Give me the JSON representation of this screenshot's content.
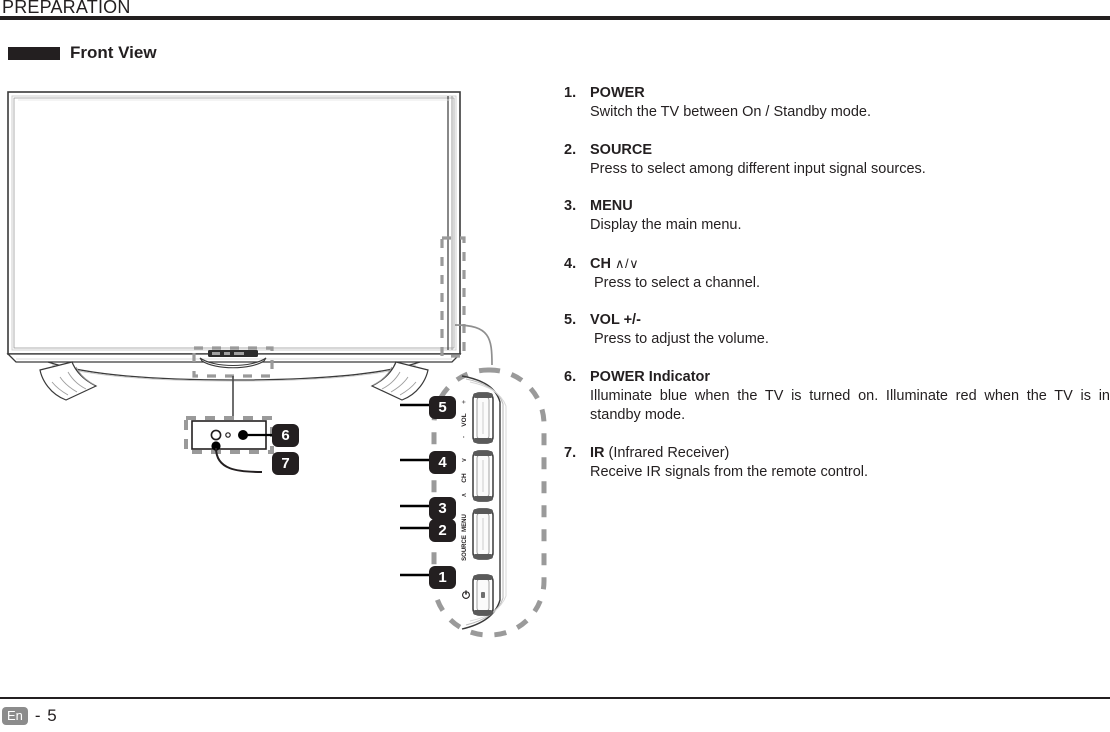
{
  "header": {
    "title": "PREPARATION"
  },
  "section": {
    "title": "Front View",
    "marker_color": "#231f20"
  },
  "descriptions": [
    {
      "num": "1.",
      "title": "POWER",
      "title_suffix": "",
      "arrows": "",
      "body": "Switch the TV between On / Standby mode.",
      "indented": false
    },
    {
      "num": "2.",
      "title": "SOURCE",
      "title_suffix": "",
      "arrows": "",
      "body": "Press to select among different input signal sources.",
      "indented": false
    },
    {
      "num": "3.",
      "title": "MENU",
      "title_suffix": "",
      "arrows": "",
      "body": "Display the main menu.",
      "indented": false
    },
    {
      "num": "4.",
      "title": "CH",
      "title_suffix": "",
      "arrows": "∧/∨",
      "body": "Press to select a channel.",
      "indented": true
    },
    {
      "num": "5.",
      "title": "VOL +/-",
      "title_suffix": "",
      "arrows": "",
      "body": "Press to adjust the volume.",
      "indented": true
    },
    {
      "num": "6.",
      "title": "POWER Indicator",
      "title_suffix": "",
      "arrows": "",
      "body": "Illuminate blue when the TV is turned on. Illuminate red when the TV is in standby mode.",
      "indented": false
    },
    {
      "num": "7.",
      "title": "IR",
      "title_suffix": "(Infrared Receiver)",
      "arrows": "",
      "body": "Receive IR signals from the remote control.",
      "indented": false
    }
  ],
  "diagram": {
    "callouts": [
      {
        "id": "1",
        "label": "1"
      },
      {
        "id": "2",
        "label": "2"
      },
      {
        "id": "3",
        "label": "3"
      },
      {
        "id": "4",
        "label": "4"
      },
      {
        "id": "5",
        "label": "5"
      },
      {
        "id": "6",
        "label": "6"
      },
      {
        "id": "7",
        "label": "7"
      }
    ],
    "control_labels": {
      "vol_plus": "+",
      "vol": "VOL",
      "vol_minus": "-",
      "ch_up": "∨",
      "ch": "CH",
      "ch_down": "∧",
      "menu": "MENU",
      "source": "SOURCE",
      "power_symbol": "⏻"
    },
    "badge_color": "#231f20",
    "badge_text_color": "#ffffff",
    "dash_color": "#9a9a9a",
    "outline_color": "#3a3a3a"
  },
  "footer": {
    "language": "En",
    "page": "- 5",
    "badge_color": "#8c8c8c"
  }
}
